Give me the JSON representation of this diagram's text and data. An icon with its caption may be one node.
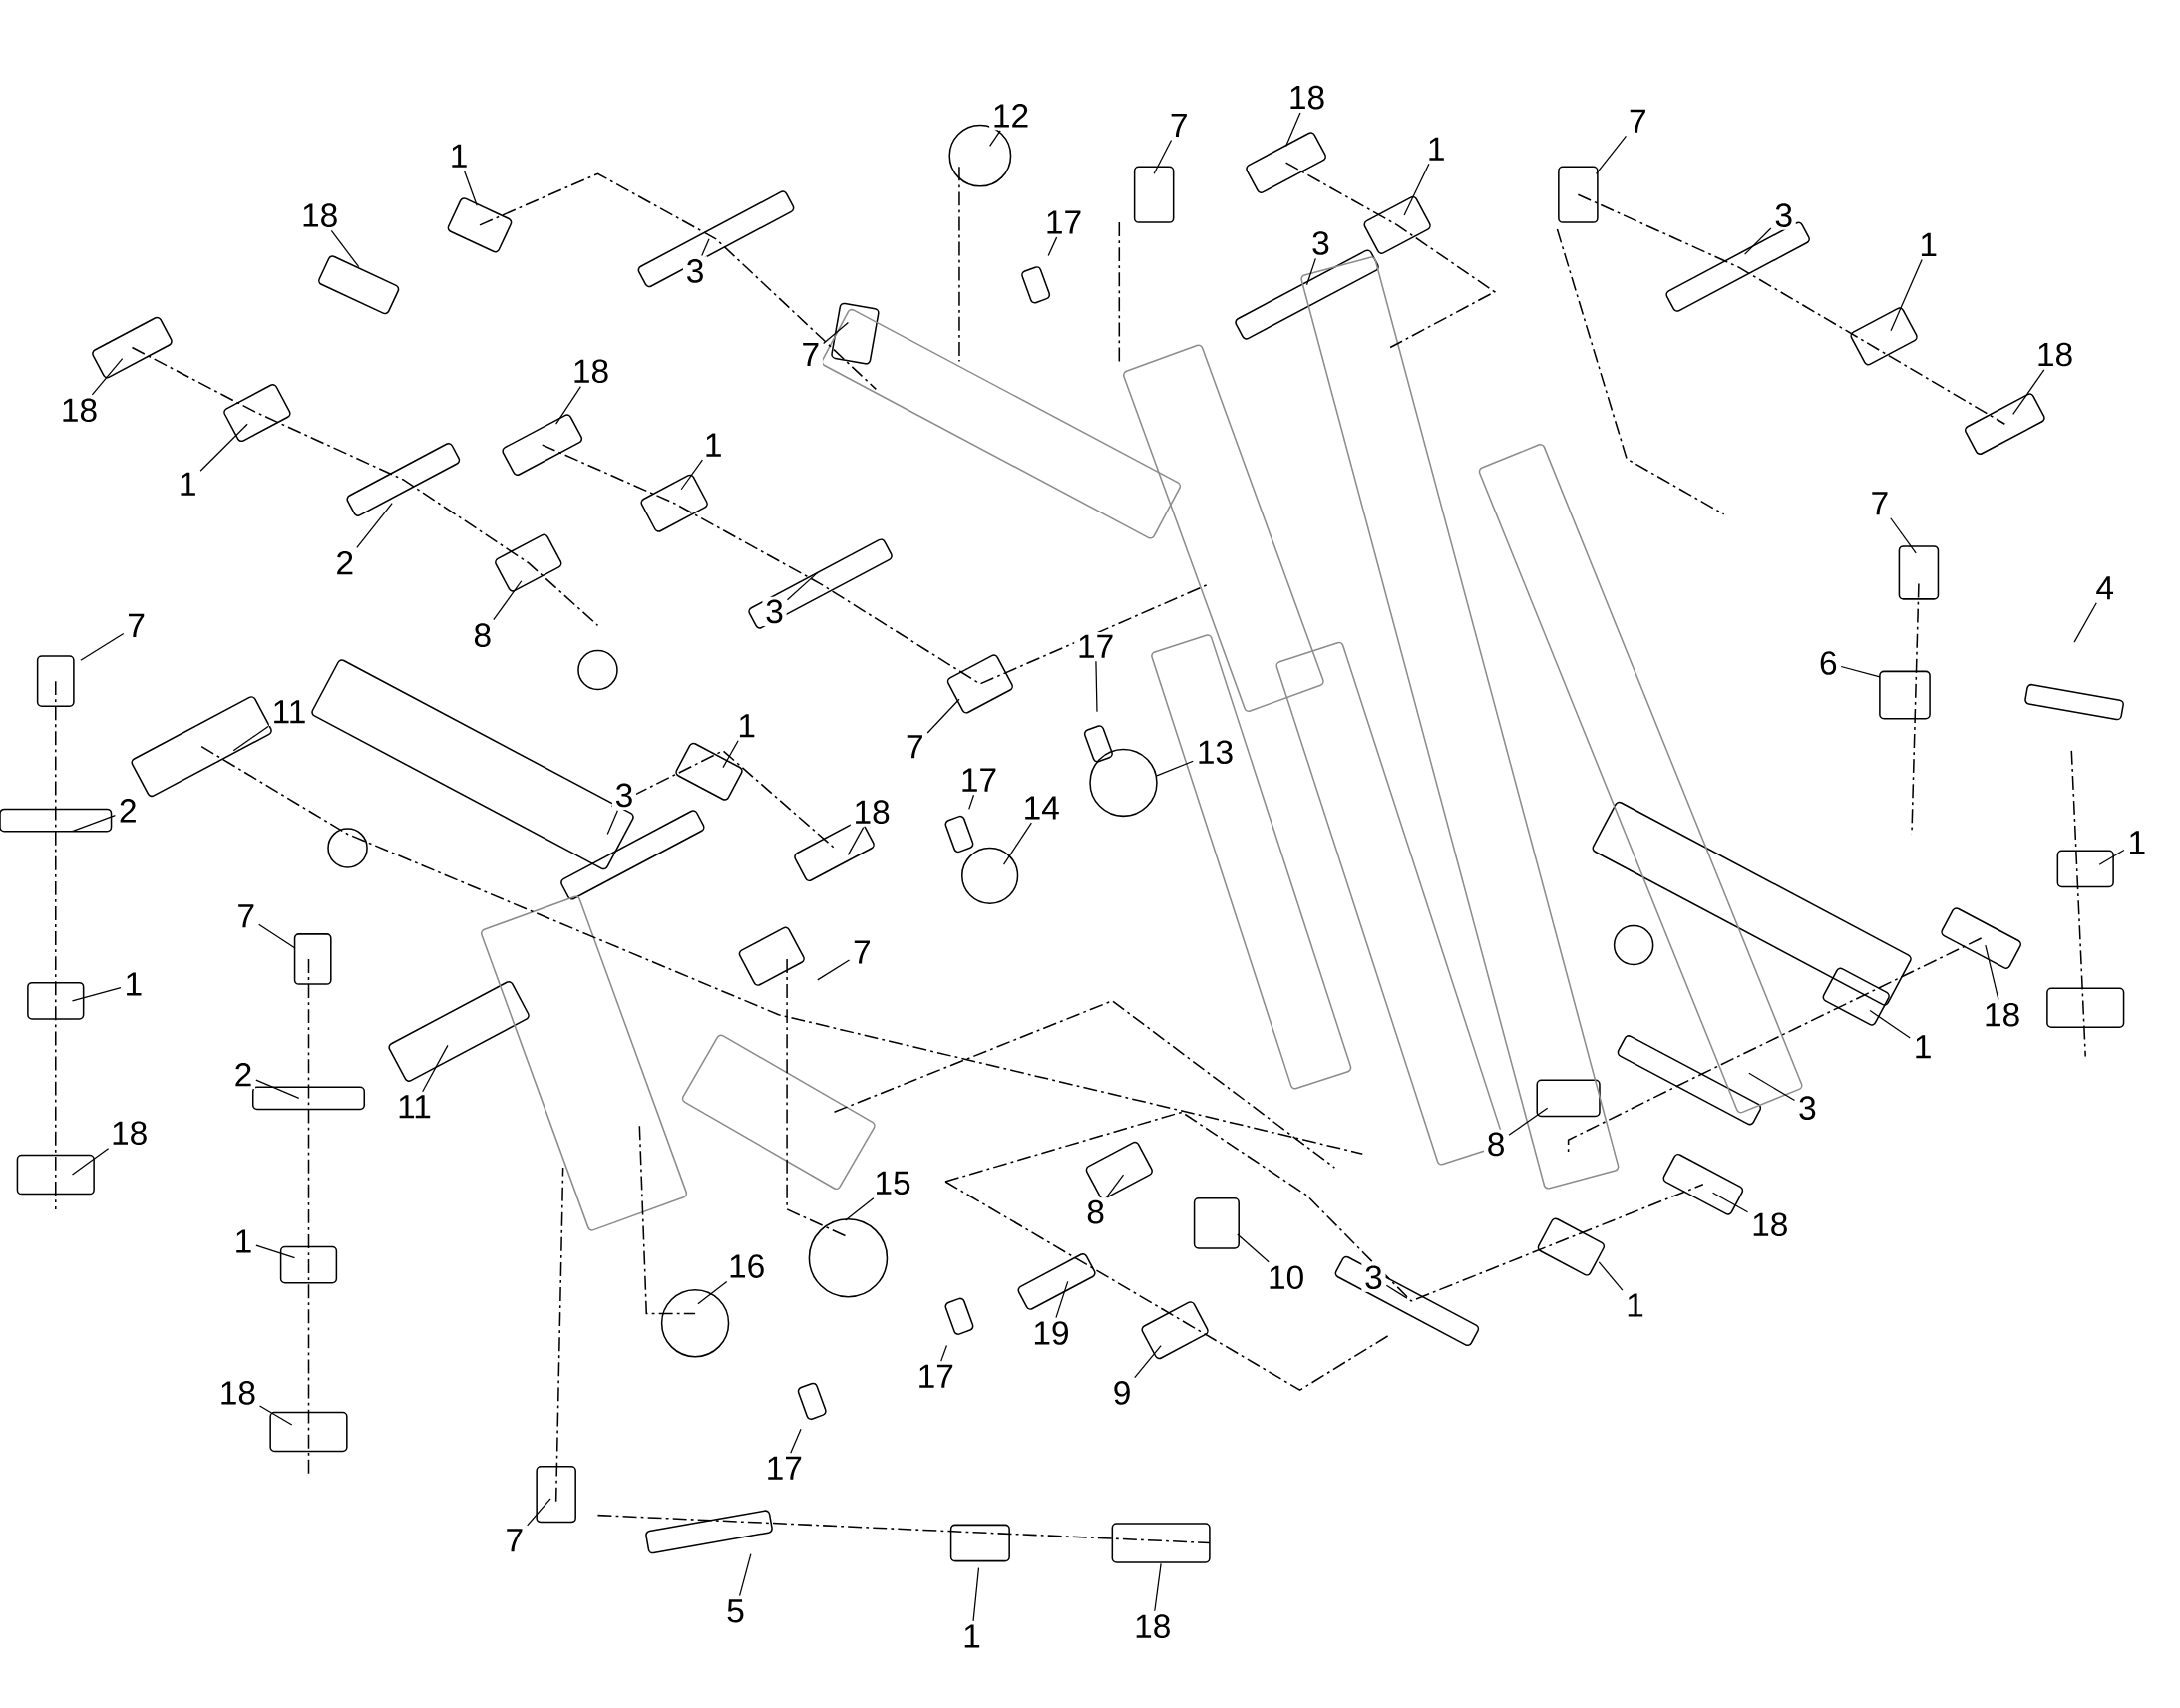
{
  "diagram": {
    "nodes": [
      {
        "text": [
          "1"
        ]
      },
      {
        "text": [
          "18"
        ]
      },
      {
        "text": [
          "3"
        ]
      },
      {
        "text": [
          "7"
        ]
      },
      {
        "text": [
          "12"
        ]
      },
      {
        "text": [
          "17"
        ]
      },
      {
        "text": [
          "7"
        ]
      },
      {
        "text": [
          "18"
        ]
      },
      {
        "text": [
          "1"
        ]
      },
      {
        "text": [
          "3"
        ]
      },
      {
        "text": [
          "7"
        ]
      },
      {
        "text": [
          "3"
        ]
      },
      {
        "text": [
          "1"
        ]
      },
      {
        "text": [
          "18"
        ]
      },
      {
        "text": [
          "18"
        ]
      },
      {
        "text": [
          "1"
        ]
      },
      {
        "text": [
          "2"
        ]
      },
      {
        "text": [
          "18"
        ]
      },
      {
        "text": [
          "1"
        ]
      },
      {
        "text": [
          "8"
        ]
      },
      {
        "text": [
          "3"
        ]
      },
      {
        "text": [
          "7"
        ]
      },
      {
        "text": [
          "7"
        ]
      },
      {
        "text": [
          "11"
        ]
      },
      {
        "text": [
          "2"
        ]
      },
      {
        "text": [
          "1"
        ]
      },
      {
        "text": [
          "18"
        ]
      },
      {
        "text": [
          "1"
        ]
      },
      {
        "text": [
          "3"
        ]
      },
      {
        "text": [
          "18"
        ]
      },
      {
        "text": [
          "7"
        ]
      },
      {
        "text": [
          "7"
        ]
      },
      {
        "text": [
          "2"
        ]
      },
      {
        "text": [
          "11"
        ]
      },
      {
        "text": [
          "1"
        ]
      },
      {
        "text": [
          "18"
        ]
      },
      {
        "text": [
          "17"
        ]
      },
      {
        "text": [
          "13"
        ]
      },
      {
        "text": [
          "17"
        ]
      },
      {
        "text": [
          "14"
        ]
      },
      {
        "text": [
          "7"
        ]
      },
      {
        "text": [
          "4"
        ]
      },
      {
        "text": [
          "6"
        ]
      },
      {
        "text": [
          "1"
        ]
      },
      {
        "text": [
          "18"
        ]
      },
      {
        "text": [
          "1"
        ]
      },
      {
        "text": [
          "3"
        ]
      },
      {
        "text": [
          "8"
        ]
      },
      {
        "text": [
          "8"
        ]
      },
      {
        "text": [
          "10"
        ]
      },
      {
        "text": [
          "15"
        ]
      },
      {
        "text": [
          "16"
        ]
      },
      {
        "text": [
          "17"
        ]
      },
      {
        "text": [
          "17"
        ]
      },
      {
        "text": [
          "19"
        ]
      },
      {
        "text": [
          "9"
        ]
      },
      {
        "text": [
          "18"
        ]
      },
      {
        "text": [
          "3"
        ]
      },
      {
        "text": [
          "1"
        ]
      },
      {
        "text": [
          "7"
        ]
      },
      {
        "text": [
          "5"
        ]
      },
      {
        "text": [
          "1"
        ]
      },
      {
        "text": [
          "18"
        ]
      }
    ],
    "edges": [
      {
        "from": 0,
        "to": null,
        "arrow": "none"
      },
      {
        "from": 1,
        "to": null,
        "arrow": "none"
      },
      {
        "from": 2,
        "to": null,
        "arrow": "none"
      },
      {
        "from": 3,
        "to": null,
        "arrow": "none"
      },
      {
        "from": 4,
        "to": null,
        "arrow": "none"
      },
      {
        "from": 5,
        "to": null,
        "arrow": "none"
      },
      {
        "from": 6,
        "to": null,
        "arrow": "none"
      },
      {
        "from": 7,
        "to": null,
        "arrow": "none"
      },
      {
        "from": 8,
        "to": null,
        "arrow": "none"
      },
      {
        "from": 9,
        "to": null,
        "arrow": "none"
      },
      {
        "from": 10,
        "to": null,
        "arrow": "none"
      },
      {
        "from": 11,
        "to": null,
        "arrow": "none"
      },
      {
        "from": 12,
        "to": null,
        "arrow": "none"
      },
      {
        "from": 13,
        "to": null,
        "arrow": "none"
      },
      {
        "from": 14,
        "to": null,
        "arrow": "none"
      },
      {
        "from": 15,
        "to": null,
        "arrow": "none"
      },
      {
        "from": 16,
        "to": null,
        "arrow": "none"
      },
      {
        "from": 17,
        "to": null,
        "arrow": "none"
      },
      {
        "from": 18,
        "to": null,
        "arrow": "none"
      },
      {
        "from": 19,
        "to": null,
        "arrow": "none"
      },
      {
        "from": 20,
        "to": null,
        "arrow": "none"
      },
      {
        "from": 21,
        "to": null,
        "arrow": "none"
      },
      {
        "from": 22,
        "to": null,
        "arrow": "none"
      },
      {
        "from": 23,
        "to": null,
        "arrow": "none"
      },
      {
        "from": 24,
        "to": null,
        "arrow": "none"
      },
      {
        "from": 25,
        "to": null,
        "arrow": "none"
      },
      {
        "from": 26,
        "to": null,
        "arrow": "none"
      },
      {
        "from": 27,
        "to": null,
        "arrow": "none"
      },
      {
        "from": 28,
        "to": null,
        "arrow": "none"
      },
      {
        "from": 29,
        "to": null,
        "arrow": "none"
      },
      {
        "from": 30,
        "to": null,
        "arrow": "none"
      },
      {
        "from": 31,
        "to": null,
        "arrow": "none"
      },
      {
        "from": 32,
        "to": null,
        "arrow": "none"
      },
      {
        "from": 33,
        "to": null,
        "arrow": "none"
      },
      {
        "from": 34,
        "to": null,
        "arrow": "none"
      },
      {
        "from": 35,
        "to": null,
        "arrow": "none"
      },
      {
        "from": 36,
        "to": null,
        "arrow": "none"
      },
      {
        "from": 37,
        "to": null,
        "arrow": "none"
      },
      {
        "from": 38,
        "to": null,
        "arrow": "none"
      },
      {
        "from": 39,
        "to": null,
        "arrow": "none"
      },
      {
        "from": 40,
        "to": null,
        "arrow": "none"
      },
      {
        "from": 41,
        "to": null,
        "arrow": "none"
      },
      {
        "from": 42,
        "to": null,
        "arrow": "none"
      },
      {
        "from": 43,
        "to": null,
        "arrow": "none"
      },
      {
        "from": 44,
        "to": null,
        "arrow": "none"
      },
      {
        "from": 45,
        "to": null,
        "arrow": "none"
      },
      {
        "from": 46,
        "to": null,
        "arrow": "none"
      },
      {
        "from": 47,
        "to": null,
        "arrow": "none"
      },
      {
        "from": 48,
        "to": null,
        "arrow": "none"
      },
      {
        "from": 49,
        "to": null,
        "arrow": "none"
      },
      {
        "from": 50,
        "to": null,
        "arrow": "none"
      },
      {
        "from": 51,
        "to": null,
        "arrow": "none"
      },
      {
        "from": 52,
        "to": null,
        "arrow": "none"
      },
      {
        "from": 53,
        "to": null,
        "arrow": "none"
      },
      {
        "from": 54,
        "to": null,
        "arrow": "none"
      },
      {
        "from": 55,
        "to": null,
        "arrow": "none"
      },
      {
        "from": 56,
        "to": null,
        "arrow": "none"
      },
      {
        "from": 57,
        "to": null,
        "arrow": "none"
      },
      {
        "from": 58,
        "to": null,
        "arrow": "none"
      },
      {
        "from": 59,
        "to": null,
        "arrow": "none"
      },
      {
        "from": 60,
        "to": null,
        "arrow": "none"
      },
      {
        "from": 61,
        "to": null,
        "arrow": "none"
      },
      {
        "from": 62,
        "to": null,
        "arrow": "none"
      }
    ]
  }
}
